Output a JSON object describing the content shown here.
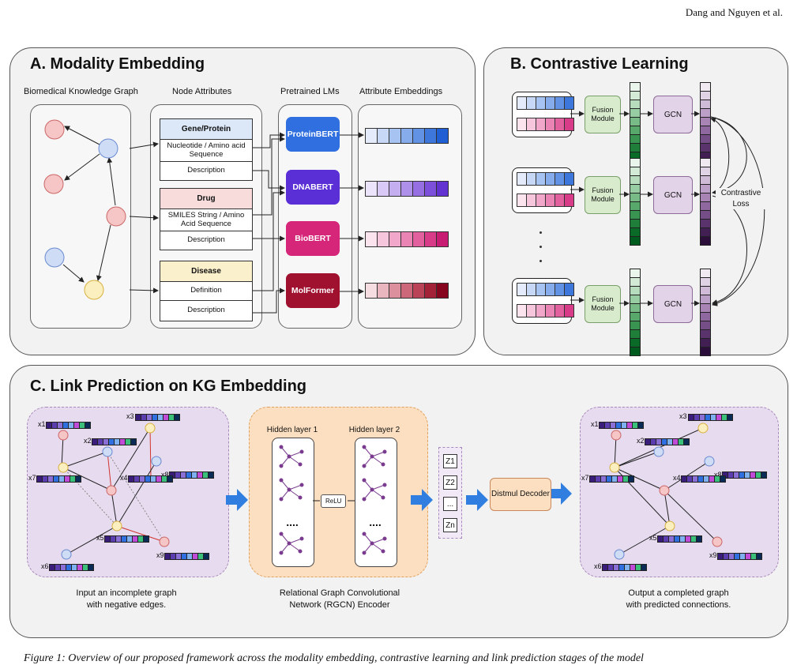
{
  "header": {
    "authors": "Dang and Nguyen et al."
  },
  "panel_a": {
    "title": "A. Modality Embedding",
    "columns": [
      "Biomedical Knowledge Graph",
      "Node Attributes",
      "Pretrained LMs",
      "Attribute Embeddings"
    ],
    "attributes": [
      {
        "head": "Gene/Protein",
        "rows": [
          "Nucleotide / Amino acid Sequence",
          "Description"
        ],
        "color": "#dce8f8"
      },
      {
        "head": "Drug",
        "rows": [
          "SMILES String / Amino Acid Sequence",
          "Description"
        ],
        "color": "#f8dcdc"
      },
      {
        "head": "Disease",
        "rows": [
          "Definition",
          "Description"
        ],
        "color": "#fbf0cc"
      }
    ],
    "lms": [
      {
        "name": "ProteinBERT",
        "color": "#2f6fe0"
      },
      {
        "name": "DNABERT",
        "color": "#5a2fd6"
      },
      {
        "name": "BioBERT",
        "color": "#d6267a"
      },
      {
        "name": "MolFormer",
        "color": "#a0102f"
      }
    ],
    "embeddings": [
      [
        "#e4ecfb",
        "#c6d8f6",
        "#a7c3f1",
        "#86acec",
        "#6292e4",
        "#3d77dc",
        "#1f5fd3"
      ],
      [
        "#ece4fb",
        "#d9c9f6",
        "#c4aef0",
        "#ae90ea",
        "#9670e2",
        "#7c50da",
        "#6233d0"
      ],
      [
        "#fbe4ee",
        "#f6c6dc",
        "#f1a7ca",
        "#ea84b5",
        "#e3609f",
        "#d83c89",
        "#c91c73"
      ],
      [
        "#f6dde1",
        "#e9b5be",
        "#dc8f9c",
        "#cd687a",
        "#bb4358",
        "#a32238",
        "#86061f"
      ]
    ]
  },
  "panel_b": {
    "title": "B. Contrastive Learning",
    "fusion_label": "Fusion Module",
    "gcn_label": "GCN",
    "loss_label": "Contrastive Loss",
    "blue_bar": [
      "#e4ecfb",
      "#c6d8f6",
      "#a7c3f1",
      "#86acec",
      "#6292e4",
      "#3d77dc"
    ],
    "pink_bar": [
      "#fbe4ee",
      "#f6c6dc",
      "#f1a7ca",
      "#ea84b5",
      "#e3609f",
      "#d83c89"
    ],
    "green_col": [
      "#eaf5ec",
      "#d2ead6",
      "#b6dcbd",
      "#98cda3",
      "#78bb87",
      "#58a86c",
      "#3a9451",
      "#1f7e3a",
      "#0a6a28",
      "#005b1e"
    ],
    "purple_col": [
      "#f1eaf3",
      "#e1d3e6",
      "#cfbad7",
      "#bb9fc6",
      "#a784b4",
      "#8f68a0",
      "#754d87",
      "#5a336c",
      "#421f53",
      "#2b0f3a"
    ]
  },
  "panel_c": {
    "title": "C. Link Prediction on KG Embedding",
    "hidden_layers": [
      "Hidden layer 1",
      "Hidden layer 2"
    ],
    "relu": "ReLU",
    "ellipsis": "....",
    "z_labels": [
      "Z1",
      "Z2",
      "...",
      "Zn"
    ],
    "decoder": "Distmul Decoder",
    "caption_input": [
      "Input an incomplete graph",
      "with negative edges."
    ],
    "caption_encoder": [
      "Relational Graph Convolutional",
      "Network (RGCN) Encoder"
    ],
    "caption_output": [
      "Output a completed graph",
      "with predicted connections."
    ],
    "x_labels": [
      "x1",
      "x3",
      "x2",
      "x8",
      "x7",
      "x4",
      "x5",
      "x9",
      "x6"
    ],
    "feature_colors": [
      "#3a1c7a",
      "#5b3db0",
      "#8a6fd6",
      "#2f6fe0",
      "#7fb0f0",
      "#c04bd6",
      "#3ac07a",
      "#0a2b55"
    ]
  },
  "caption": {
    "text": "Figure 1: Overview of our proposed framework across the modality embedding, contrastive learning and link prediction stages of the model"
  }
}
